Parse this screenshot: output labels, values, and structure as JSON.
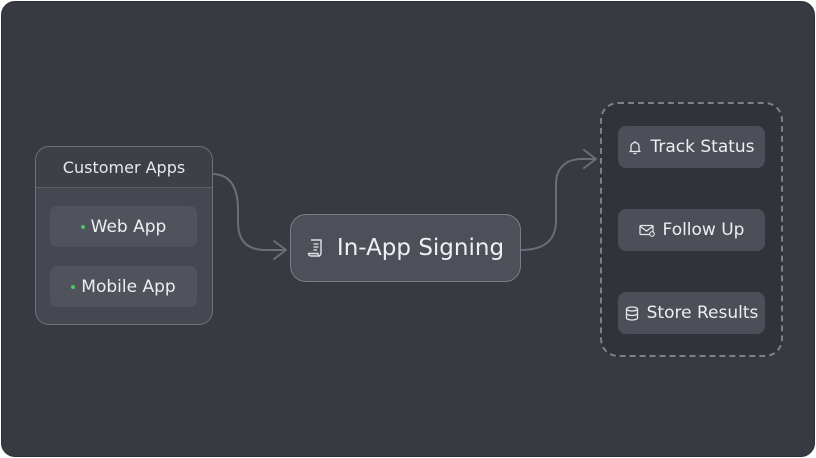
{
  "group": {
    "title": "Customer Apps",
    "items": [
      {
        "label": "Web App",
        "status_color": "#4ec46a"
      },
      {
        "label": "Mobile App",
        "status_color": "#4ec46a"
      }
    ]
  },
  "center": {
    "label": "In-App Signing",
    "icon": "document-scroll-icon"
  },
  "steps": [
    {
      "label": "Track Status",
      "icon": "bell-icon"
    },
    {
      "label": "Follow Up",
      "icon": "mail-icon"
    },
    {
      "label": "Store Results",
      "icon": "database-icon"
    }
  ]
}
